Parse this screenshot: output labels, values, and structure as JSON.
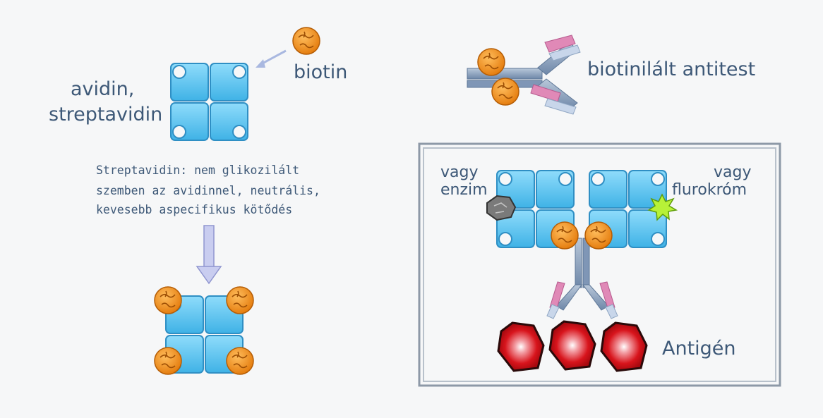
{
  "labels": {
    "avidin": "avidin,",
    "streptavidin": "streptavidin",
    "biotin": "biotin",
    "biotinylated_antibody": "biotinilált antitest",
    "note_lines": [
      "Streptavidin: nem glikozilált",
      "szemben az avidinnel, neutrális,",
      "kevesebb aspecifikus kötődés"
    ],
    "or_enzyme": [
      "vagy",
      "enzim"
    ],
    "or_fluorochrome": [
      "vagy",
      "flurokróm"
    ],
    "antigen": "Antigén"
  },
  "icons": {
    "tile": "avidin-subunit-icon",
    "biotin": "biotin-ball-icon",
    "antibody": "antibody-y-icon",
    "antigen": "antigen-hexagon-icon",
    "enzyme": "enzyme-rock-icon",
    "fluorochrome": "fluorochrome-star-icon"
  },
  "colors": {
    "tile": "#5cc2ee",
    "tile_border": "#2f8fc4",
    "biotin": "#f0901e",
    "antibody": "#8fa6c3",
    "antibody_tip": "#e089b7",
    "antigen": "#d8141c",
    "frame": "#8d99a7"
  }
}
